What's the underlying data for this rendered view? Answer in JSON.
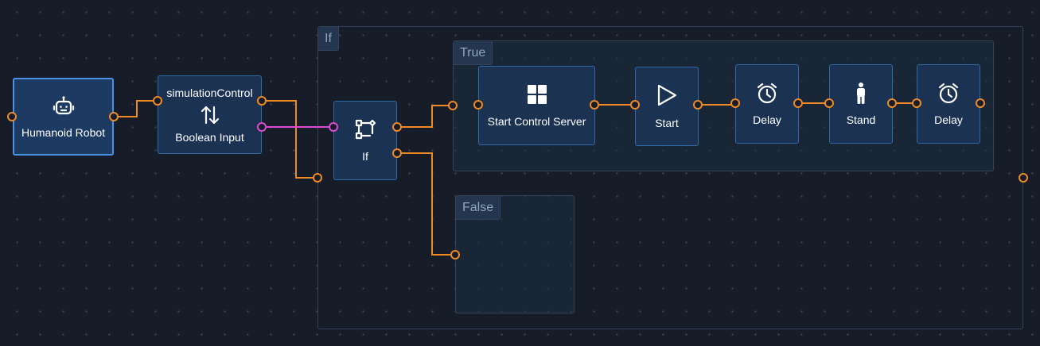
{
  "groups": {
    "if_group": {
      "label": "If"
    },
    "true_group": {
      "label": "True"
    },
    "false_group": {
      "label": "False"
    }
  },
  "nodes": {
    "humanoid_robot": {
      "label": "Humanoid Robot",
      "icon": "robot-icon"
    },
    "boolean_input": {
      "title": "simulationControl",
      "label": "Boolean Input",
      "icon": "arrows-up-down-icon"
    },
    "if_node": {
      "label": "If",
      "icon": "branch-icon"
    },
    "start_control_server": {
      "label": "Start Control Server",
      "icon": "grid-icon"
    },
    "start": {
      "label": "Start",
      "icon": "play-outline-icon"
    },
    "delay_1": {
      "label": "Delay",
      "icon": "alarm-clock-icon"
    },
    "stand": {
      "label": "Stand",
      "icon": "person-standing-icon"
    },
    "delay_2": {
      "label": "Delay",
      "icon": "alarm-clock-icon"
    }
  },
  "colors": {
    "background": "#161d29",
    "node_fill": "#1b3253",
    "node_border": "#2f6aa8",
    "flow_wire": "#f08a24",
    "boolean_wire": "#e14ad8",
    "group_label_text": "#8fa4bf"
  }
}
